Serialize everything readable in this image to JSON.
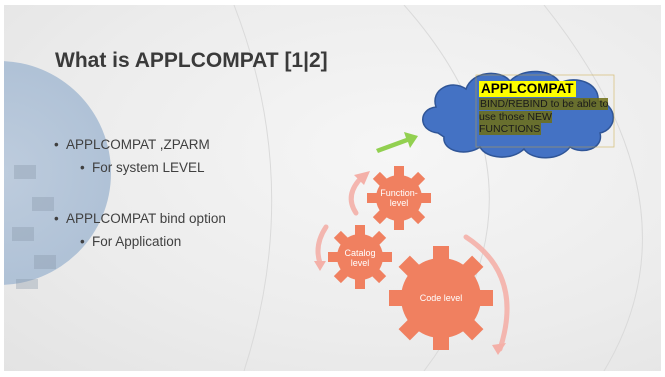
{
  "slide": {
    "title": "What is APPLCOMPAT [1|2]",
    "bullets": [
      {
        "text": "APPLCOMPAT ,ZPARM",
        "sub": "For system LEVEL"
      },
      {
        "text": "APPLCOMPAT bind option",
        "sub": "For Application"
      }
    ],
    "bullet_glyph": "•"
  },
  "callout": {
    "title": "APPLCOMPAT",
    "body": "BIND/REBIND to be able to use those NEW FUNCTIONS",
    "cloud_color": "#4472c4",
    "arrow_color": "#92d050"
  },
  "gears": {
    "color": "#f08060",
    "arrow_color": "#f4b0a8",
    "function_label_1": "Function-",
    "function_label_2": "level",
    "catalog_label_1": "Catalog",
    "catalog_label_2": "level",
    "code_label": "Code level"
  }
}
